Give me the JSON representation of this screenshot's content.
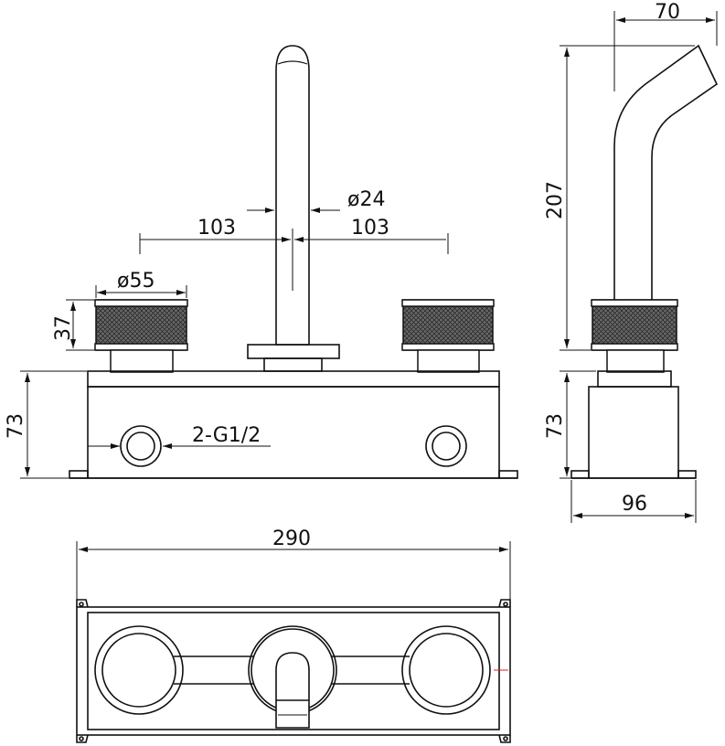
{
  "dimensions": {
    "spout_diameter": "ø24",
    "spout_offset_left": "103",
    "spout_offset_right": "103",
    "handle_diameter": "ø55",
    "handle_height": "37",
    "body_height_front": "73",
    "inlet_thread": "2-G1/2",
    "overall_width": "290",
    "side_projection": "70",
    "side_height": "207",
    "side_body_height": "73",
    "side_depth": "96"
  },
  "colors": {
    "line": "#111111",
    "knurl": "#555555",
    "background": "#ffffff",
    "marker": "#d62020"
  }
}
